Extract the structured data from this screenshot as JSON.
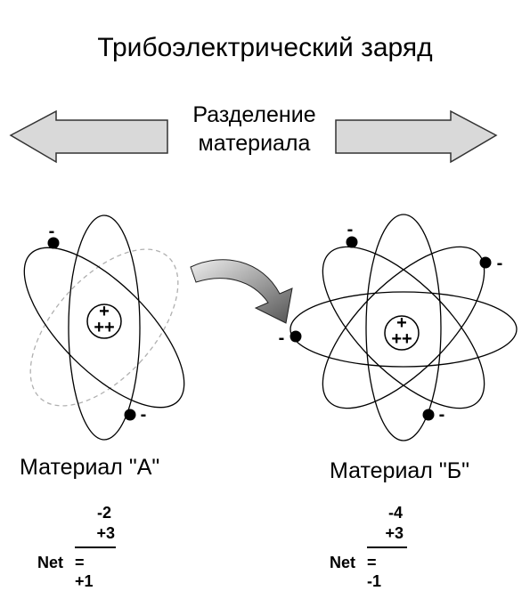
{
  "title": "Трибоэлектрический заряд",
  "separation_label": [
    "Разделение",
    "материала"
  ],
  "material_a": {
    "label": "Материал \"А\"",
    "electrons": "-2",
    "protons": "+3",
    "net_label": "Net",
    "net_value": "= +1"
  },
  "material_b": {
    "label": "Материал \"Б\"",
    "electrons": "-4",
    "protons": "+3",
    "net_label": "Net",
    "net_value": "= -1"
  },
  "nucleus_charge": [
    "+",
    "++"
  ],
  "electron_charge": "-",
  "colors": {
    "arrow_fill": "#d9d9d9",
    "dashed_orbit": "#b0b0b0"
  }
}
